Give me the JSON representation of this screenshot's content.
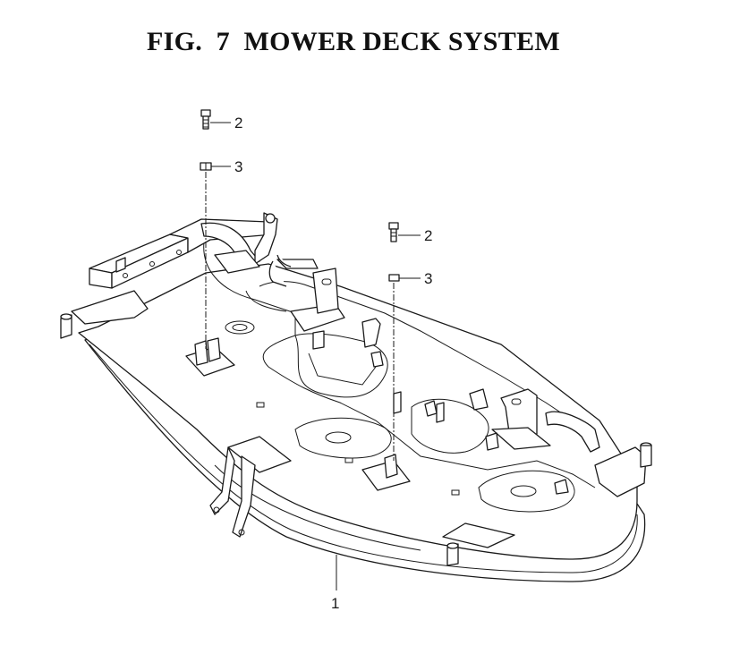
{
  "figure": {
    "title": "FIG.  7  MOWER DECK SYSTEM"
  },
  "callouts": [
    {
      "id": "deck-callout",
      "label": "1"
    },
    {
      "id": "bolt-left-callout",
      "label": "2"
    },
    {
      "id": "nut-left-callout",
      "label": "3"
    },
    {
      "id": "bolt-right-callout",
      "label": "2"
    },
    {
      "id": "nut-right-callout",
      "label": "3"
    }
  ]
}
